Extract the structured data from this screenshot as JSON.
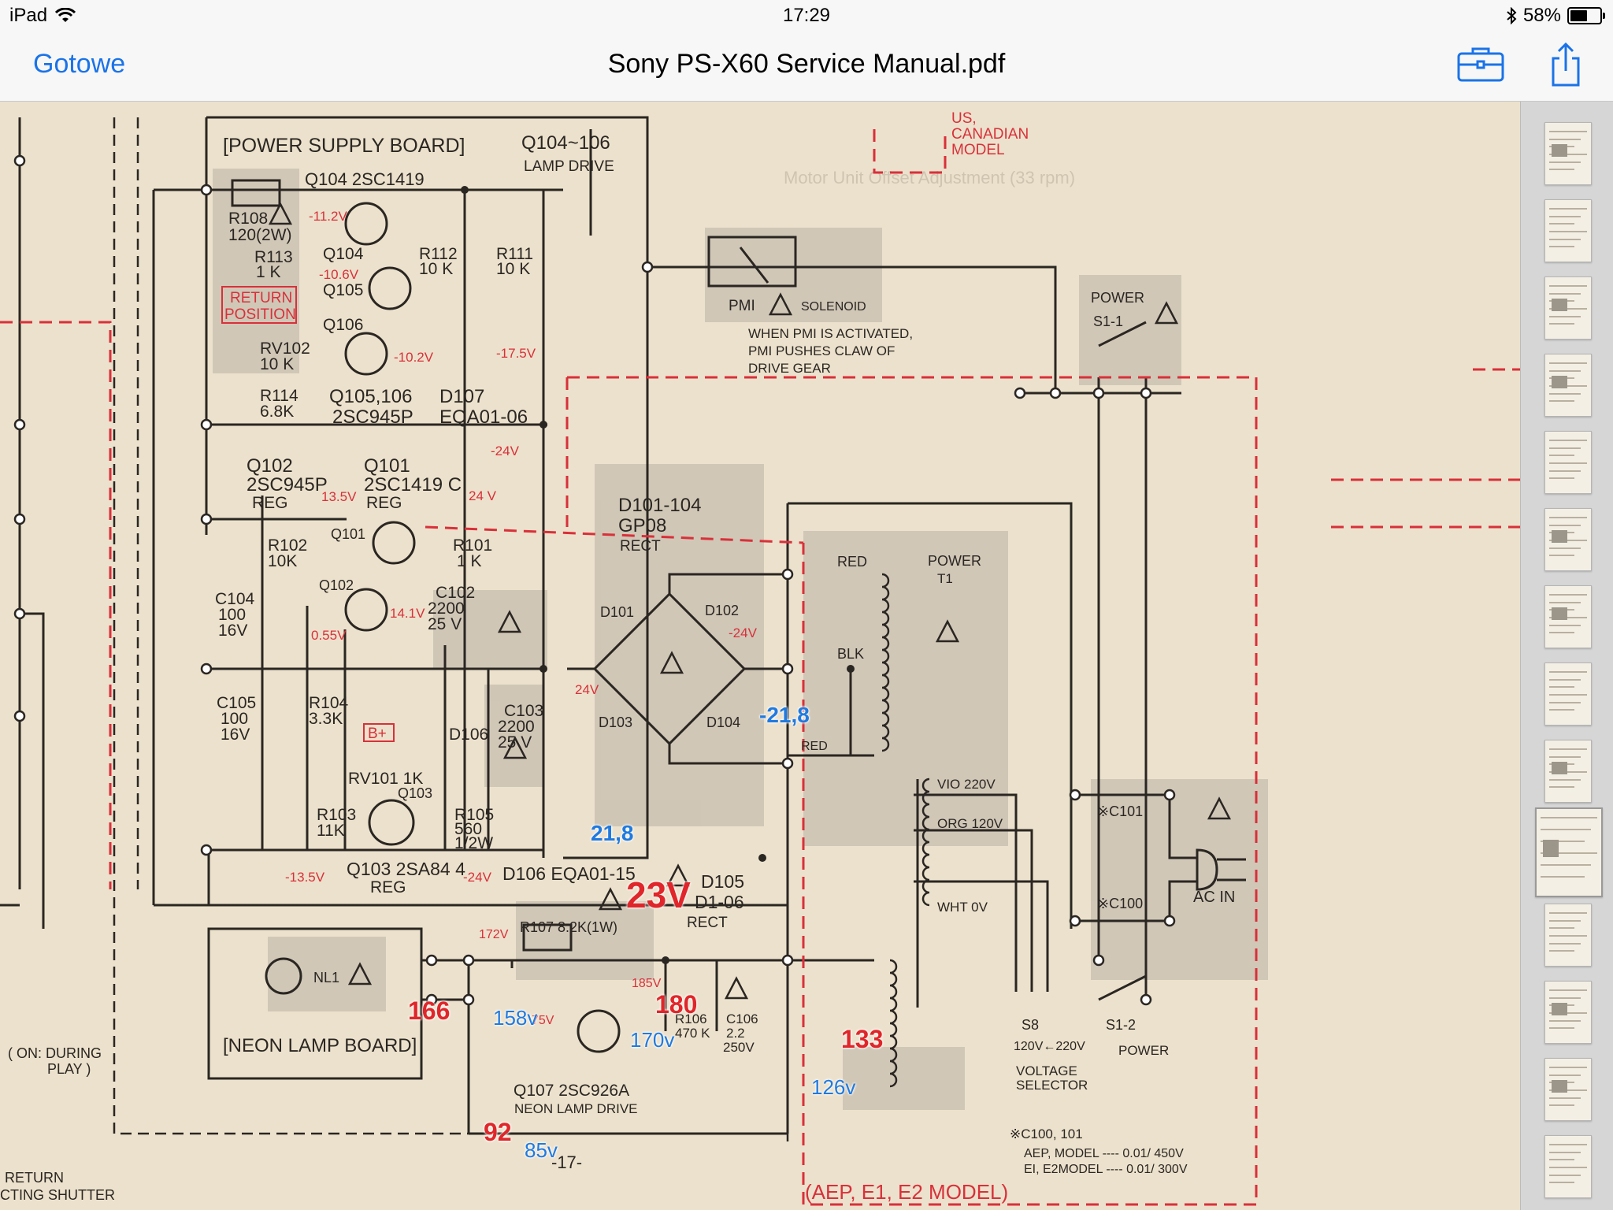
{
  "status_bar": {
    "device": "iPad",
    "time": "17:29",
    "battery": "58%",
    "battery_level": 0.58
  },
  "nav": {
    "done_label": "Gotowe",
    "title": "Sony PS-X60 Service Manual.pdf"
  },
  "schematic": {
    "labels": {
      "power_supply_board": "[POWER SUPPLY BOARD]",
      "q104_106": "Q104~106",
      "lamp_drive": "LAMP DRIVE",
      "q104_2sc1419": "Q104 2SC1419",
      "r108": "R108",
      "r108_val": "120(2W)",
      "r113": "R113",
      "r113_val": "1 K",
      "q104": "Q104",
      "q105": "Q105",
      "r112": "R112",
      "r112_val": "10 K",
      "r111": "R111",
      "r111_val": "10 K",
      "return_position_1": "RETURN",
      "return_position_2": "POSITION",
      "q106": "Q106",
      "rv102": "RV102",
      "rv102_val": "10 K",
      "r114": "R114",
      "r114_val": "6.8K",
      "q105_106": "Q105,106",
      "q105_106_type": "2SC945P",
      "d107": "D107",
      "d107_type": "EQA01-06",
      "q102": "Q102",
      "q102_type": "2SC945P",
      "q102_reg": "REG",
      "q101": "Q101",
      "q101_type": "2SC1419 C",
      "q101_reg": "REG",
      "q101_lbl": "Q101",
      "q102_lbl": "Q102",
      "r102": "R102",
      "r102_val": "10K",
      "r101": "R101",
      "r101_val": "1 K",
      "c104": "C104",
      "c104_v1": "100",
      "c104_v2": "16V",
      "c102": "C102",
      "c102_v1": "2200",
      "c102_v2": "25 V",
      "c105": "C105",
      "c105_v1": "100",
      "c105_v2": "16V",
      "r104": "R104",
      "r104_val": "3.3K",
      "b_plus": "B+",
      "d106": "D106",
      "c103": "C103",
      "c103_v1": "2200",
      "c103_v2": "25 V",
      "rv101": "RV101 1K",
      "q103": "Q103",
      "r103": "R103",
      "r103_val": "11K",
      "r105": "R105",
      "r105_v1": "560",
      "r105_v2": "1/2W",
      "q103_2sa844": "Q103 2SA84 4",
      "q103_reg": "REG",
      "d106_eqa": "D106 EQA01-15",
      "d101_104": "D101-104",
      "gp08": "GP08",
      "rect": "RECT",
      "d101": "D101",
      "d102": "D102",
      "d103": "D103",
      "d104": "D104",
      "d105": "D105",
      "d105_type": "D1-06",
      "d105_rect": "RECT",
      "pmi": "PMI",
      "solenoid": "SOLENOID",
      "pmi_note_1": "WHEN PMI IS ACTIVATED,",
      "pmi_note_2": "PMI PUSHES CLAW OF",
      "pmi_note_3": "DRIVE GEAR",
      "us_1": "US,",
      "us_2": "CANADIAN",
      "us_3": "MODEL",
      "power": "POWER",
      "s1_1": "S1-1",
      "red": "RED",
      "power_t1": "POWER",
      "t1": "T1",
      "blk": "BLK",
      "red2": "RED",
      "vio": "VIO 220V",
      "org": "ORG 120V",
      "wht": "WHT 0V",
      "c101": "※C101",
      "c100": "※C100",
      "ac_in": "AC IN",
      "s8": "S8",
      "s8_v": "120V←220V",
      "voltage": "VOLTAGE",
      "selector": "SELECTOR",
      "s1_2": "S1-2",
      "power2": "POWER",
      "neon_lamp_board": "[NEON LAMP BOARD]",
      "nl1": "NL1",
      "r107": "R107 8.2K(1W)",
      "r106": "R106",
      "r106_val": "470 K",
      "c106": "C106",
      "c106_v1": "2.2",
      "c106_v2": "250V",
      "q107": "Q107 2SC926A",
      "neon_lamp_drive": "NEON LAMP DRIVE",
      "page_no": "-17-",
      "note_c": "※C100, 101",
      "aep_model": "AEP, MODEL ---- 0.01/ 450V",
      "ei_model": "EI, E2MODEL ---- 0.01/ 300V",
      "aep_e1_e2": "(AEP, E1, E2 MODEL)",
      "on_during": "( ON: DURING",
      "play": "PLAY )",
      "return_b": "RETURN",
      "shutter_b": "CTING SHUTTER",
      "motor_text": "Motor Unit Offset Adjustment (33 rpm)"
    },
    "red_voltages": {
      "v1": "-11.2V",
      "v2": "-10.6V",
      "v3": "-10.2V",
      "v4": "-17.5V",
      "v5": "-24V",
      "v6": "13.5V",
      "v7": "24 V",
      "v8": "14.1V",
      "v9": "0.55V",
      "v10": "-13.5V",
      "v11": "-24V",
      "v12": "-24V",
      "v13": "24V",
      "v14": "172V",
      "v15": "75V",
      "v16": "185V"
    },
    "annotations": {
      "big_23v": "23V",
      "red_166": "166",
      "red_180": "180",
      "red_133": "133",
      "red_92": "92",
      "blue_158v": "158v",
      "blue_170v": "170v",
      "blue_126v": "126v",
      "blue_85v": "85v",
      "blue_minus218": "-21,8",
      "blue_218": "21,8"
    },
    "colors": {
      "blue": "#1f7ae0",
      "red": "#e0262a",
      "paper": "#ece1cc",
      "ink": "#2a2622",
      "dashed_red": "#d9303a"
    }
  },
  "thumbnails": {
    "count": 14,
    "active_index": 9
  }
}
